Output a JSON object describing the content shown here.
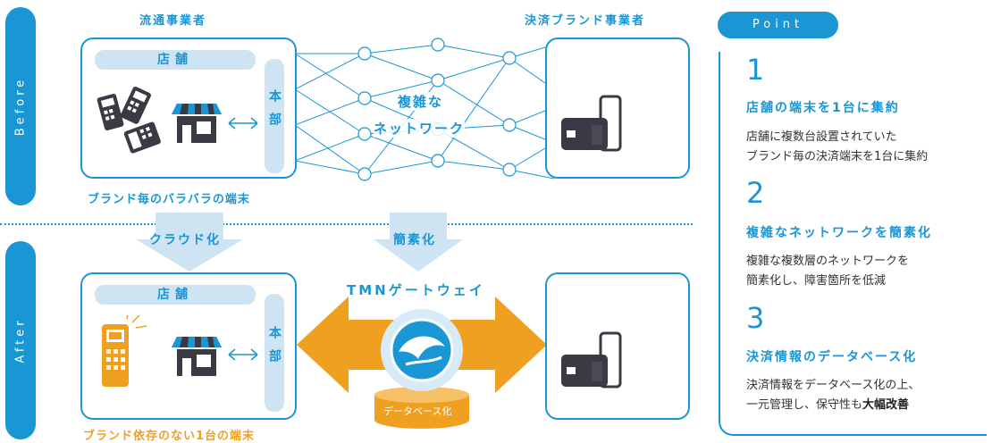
{
  "sections": {
    "before_tab": "Before",
    "after_tab": "After"
  },
  "before": {
    "distributor_heading": "流通事業者",
    "brand_heading": "決済ブランド事業者",
    "store_label": "店舗",
    "hq_label": "本部",
    "network_label_line1": "複雑な",
    "network_label_line2": "ネットワーク",
    "caption": "ブランド毎のバラバラの端末"
  },
  "transition": {
    "cloud_label": "クラウド化",
    "simplify_label": "簡素化"
  },
  "after": {
    "store_label": "店舗",
    "hq_label": "本部",
    "gateway_title": "TMNゲートウェイ",
    "database_label": "データベース化",
    "caption": "ブランド依存のない1台の端末"
  },
  "points": {
    "badge": "Point",
    "items": [
      {
        "number": "1",
        "title": "店舗の端末を1台に集約",
        "line1": "店舗に複数台設置されていた",
        "line2": "ブランド毎の決済端末を1台に集約"
      },
      {
        "number": "2",
        "title": "複雑なネットワークを簡素化",
        "line1": "複雑な複数層のネットワークを",
        "line2": "簡素化し、障害箇所を低減"
      },
      {
        "number": "3",
        "title": "決済情報のデータベース化",
        "line1": "決済情報をデータベース化の上、",
        "line2_plain": "一元管理し、保守性も",
        "line2_bold": "大幅改善"
      }
    ]
  },
  "colors": {
    "primary_blue": "#1a96d4",
    "light_blue": "#cfe4f3",
    "orange": "#f0a020",
    "dark_gray": "#3a3a44"
  }
}
